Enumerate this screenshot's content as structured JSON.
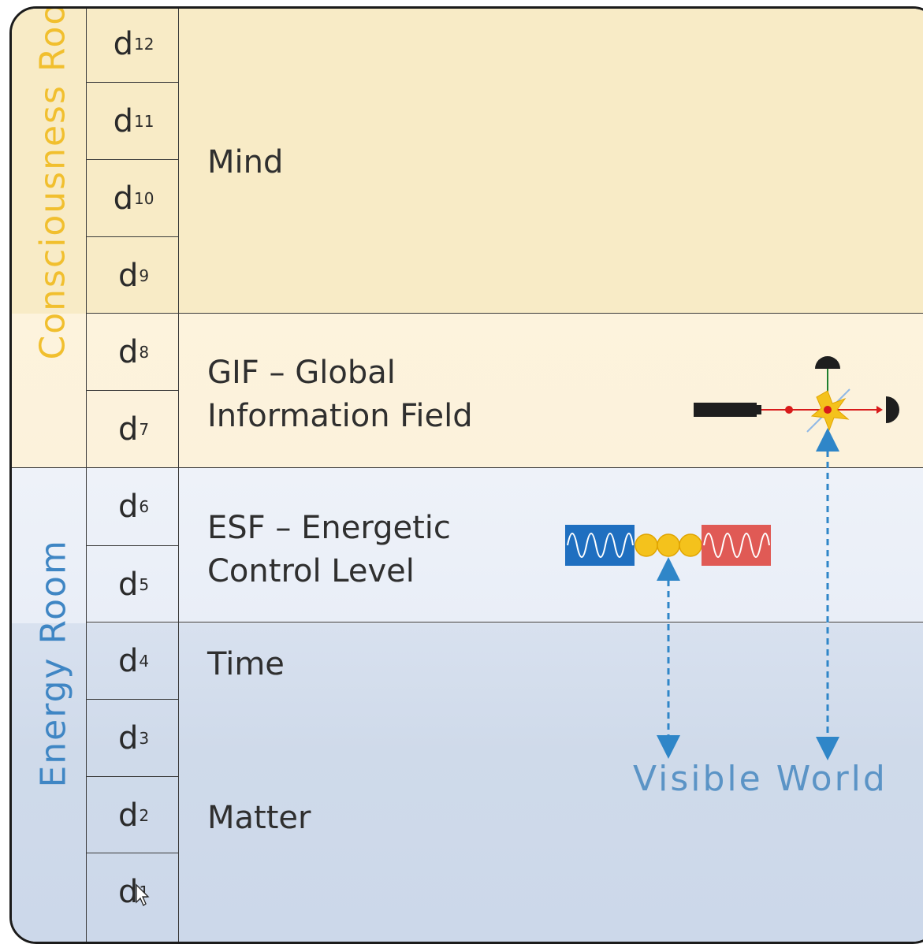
{
  "rooms": {
    "consciousness": "Consciousness Room",
    "energy": "Energy Room"
  },
  "dimensions": [
    {
      "base": "d",
      "sub": "12"
    },
    {
      "base": "d",
      "sub": "11"
    },
    {
      "base": "d",
      "sub": "10"
    },
    {
      "base": "d",
      "sub": "9"
    },
    {
      "base": "d",
      "sub": "8"
    },
    {
      "base": "d",
      "sub": "7"
    },
    {
      "base": "d",
      "sub": "6"
    },
    {
      "base": "d",
      "sub": "5"
    },
    {
      "base": "d",
      "sub": "4"
    },
    {
      "base": "d",
      "sub": "3"
    },
    {
      "base": "d",
      "sub": "2"
    },
    {
      "base": "d",
      "sub": "1"
    }
  ],
  "levels": {
    "mind": "Mind",
    "gif_line1": "GIF – Global",
    "gif_line2": "Information Field",
    "esf_line1": "ESF – Energetic",
    "esf_line2": "Control Level",
    "time": "Time",
    "matter": "Matter"
  },
  "visible_world": "Visible World",
  "colors": {
    "consciousness": "#f1bf2e",
    "energy": "#3f86c4",
    "arrow": "#2f86c8",
    "wave_blue": "#1f6fc0",
    "wave_red": "#e05a55",
    "beam": "#d81b1b"
  },
  "icons": [
    "wave-packet-icon",
    "laser-interferometer-icon",
    "cursor-icon"
  ]
}
